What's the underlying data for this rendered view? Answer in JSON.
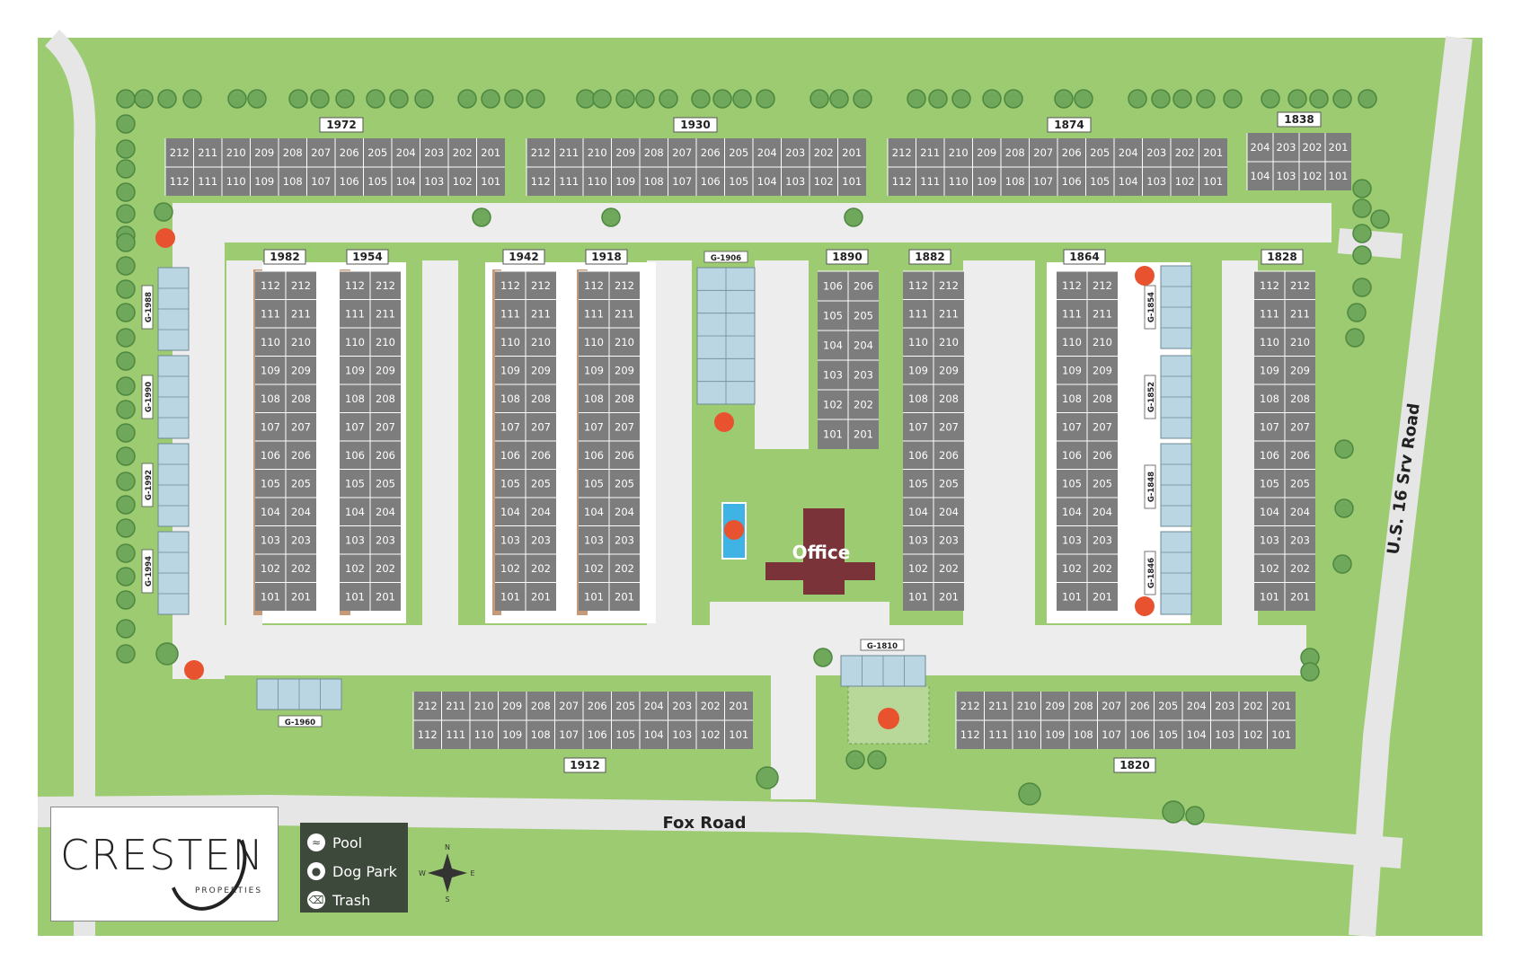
{
  "buildings": {
    "b1972": "1972",
    "b1930": "1930",
    "b1874": "1874",
    "b1838": "1838",
    "b1982": "1982",
    "b1954": "1954",
    "b1942": "1942",
    "b1918": "1918",
    "b1890": "1890",
    "b1882": "1882",
    "b1864": "1864",
    "b1828": "1828",
    "b1912": "1912",
    "b1820": "1820"
  },
  "garages": {
    "g1906": "G-1906",
    "g1988": "G-1988",
    "g1990": "G-1990",
    "g1992": "G-1992",
    "g1994": "G-1994",
    "g1854": "G-1854",
    "g1852": "G-1852",
    "g1848": "G-1848",
    "g1846": "G-1846",
    "g1810": "G-1810",
    "g1960": "G-1960"
  },
  "units": {
    "row_top": [
      "212",
      "211",
      "210",
      "209",
      "208",
      "207",
      "206",
      "205",
      "204",
      "203",
      "202",
      "201"
    ],
    "row_bottom": [
      "112",
      "111",
      "110",
      "109",
      "108",
      "107",
      "106",
      "105",
      "104",
      "103",
      "102",
      "101"
    ],
    "b1838_top": [
      "204",
      "203",
      "202",
      "201"
    ],
    "b1838_bottom": [
      "104",
      "103",
      "102",
      "101"
    ],
    "col_left": [
      "112",
      "111",
      "110",
      "109",
      "108",
      "107",
      "106",
      "105",
      "104",
      "103",
      "102",
      "101"
    ],
    "col_right": [
      "212",
      "211",
      "210",
      "209",
      "208",
      "207",
      "206",
      "205",
      "204",
      "203",
      "202",
      "201"
    ],
    "b1890_left": [
      "106",
      "105",
      "104",
      "103",
      "102",
      "101"
    ],
    "b1890_right": [
      "206",
      "205",
      "204",
      "203",
      "202",
      "201"
    ]
  },
  "office": "Office",
  "roads": {
    "fox": "Fox Road",
    "us16": "U.S. 16 Srv Road"
  },
  "compass": {
    "n": "N",
    "s": "S",
    "e": "E",
    "w": "W"
  },
  "legend": {
    "pool": "Pool",
    "dog_park": "Dog Park",
    "trash": "Trash"
  },
  "logo": {
    "name": "CRESTEN",
    "sub": "PROPERTIES"
  },
  "colors": {
    "grass": "#9ccb72",
    "pavement": "#ededed",
    "building": "#7d7d7d",
    "garage": "#b9d6e2",
    "office": "#7a3338",
    "trash": "#e8522f",
    "legend_bg": "#3d4a3b"
  },
  "icons": {
    "pool": "pool-icon",
    "dog_park": "paw-icon",
    "trash": "trash-icon",
    "compass": "compass-rose-icon"
  }
}
